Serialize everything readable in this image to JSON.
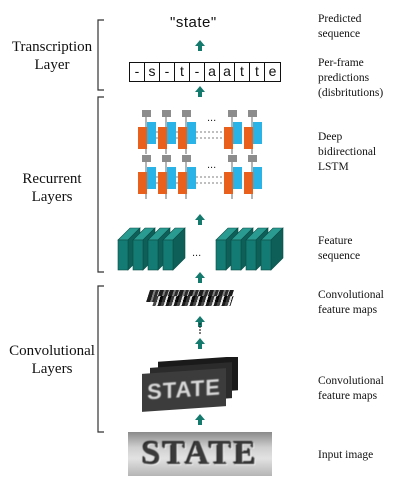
{
  "left_labels": {
    "transcription": [
      "Transcription",
      "Layer"
    ],
    "recurrent": [
      "Recurrent",
      "Layers"
    ],
    "convolutional": [
      "Convolutional",
      "Layers"
    ]
  },
  "right_labels": {
    "predicted_sequence": [
      "Predicted",
      "sequence"
    ],
    "per_frame": [
      "Per-frame",
      "predictions",
      "(disbritutions)"
    ],
    "deep_lstm": [
      "Deep",
      "bidirectional",
      "LSTM"
    ],
    "feature_sequence": [
      "Feature",
      "sequence"
    ],
    "conv_maps_1": [
      "Convolutional",
      "feature maps"
    ],
    "conv_maps_2": [
      "Convolutional",
      "feature maps"
    ],
    "input_image": "Input image"
  },
  "predicted_word": "\"state\"",
  "frame_predictions": [
    "-",
    "s",
    "-",
    "t",
    "-",
    "a",
    "a",
    "t",
    "t",
    "e"
  ],
  "input_image_text": "STATE",
  "feature_map_text": "STATE",
  "ellipsis": "...",
  "colors": {
    "arrow": "#157a6e",
    "lstm_orange": "#e8601c",
    "lstm_blue": "#29b3e6",
    "lstm_gray": "#8c8c8c",
    "feature_teal": "#137b73",
    "bracket": "#333333"
  }
}
